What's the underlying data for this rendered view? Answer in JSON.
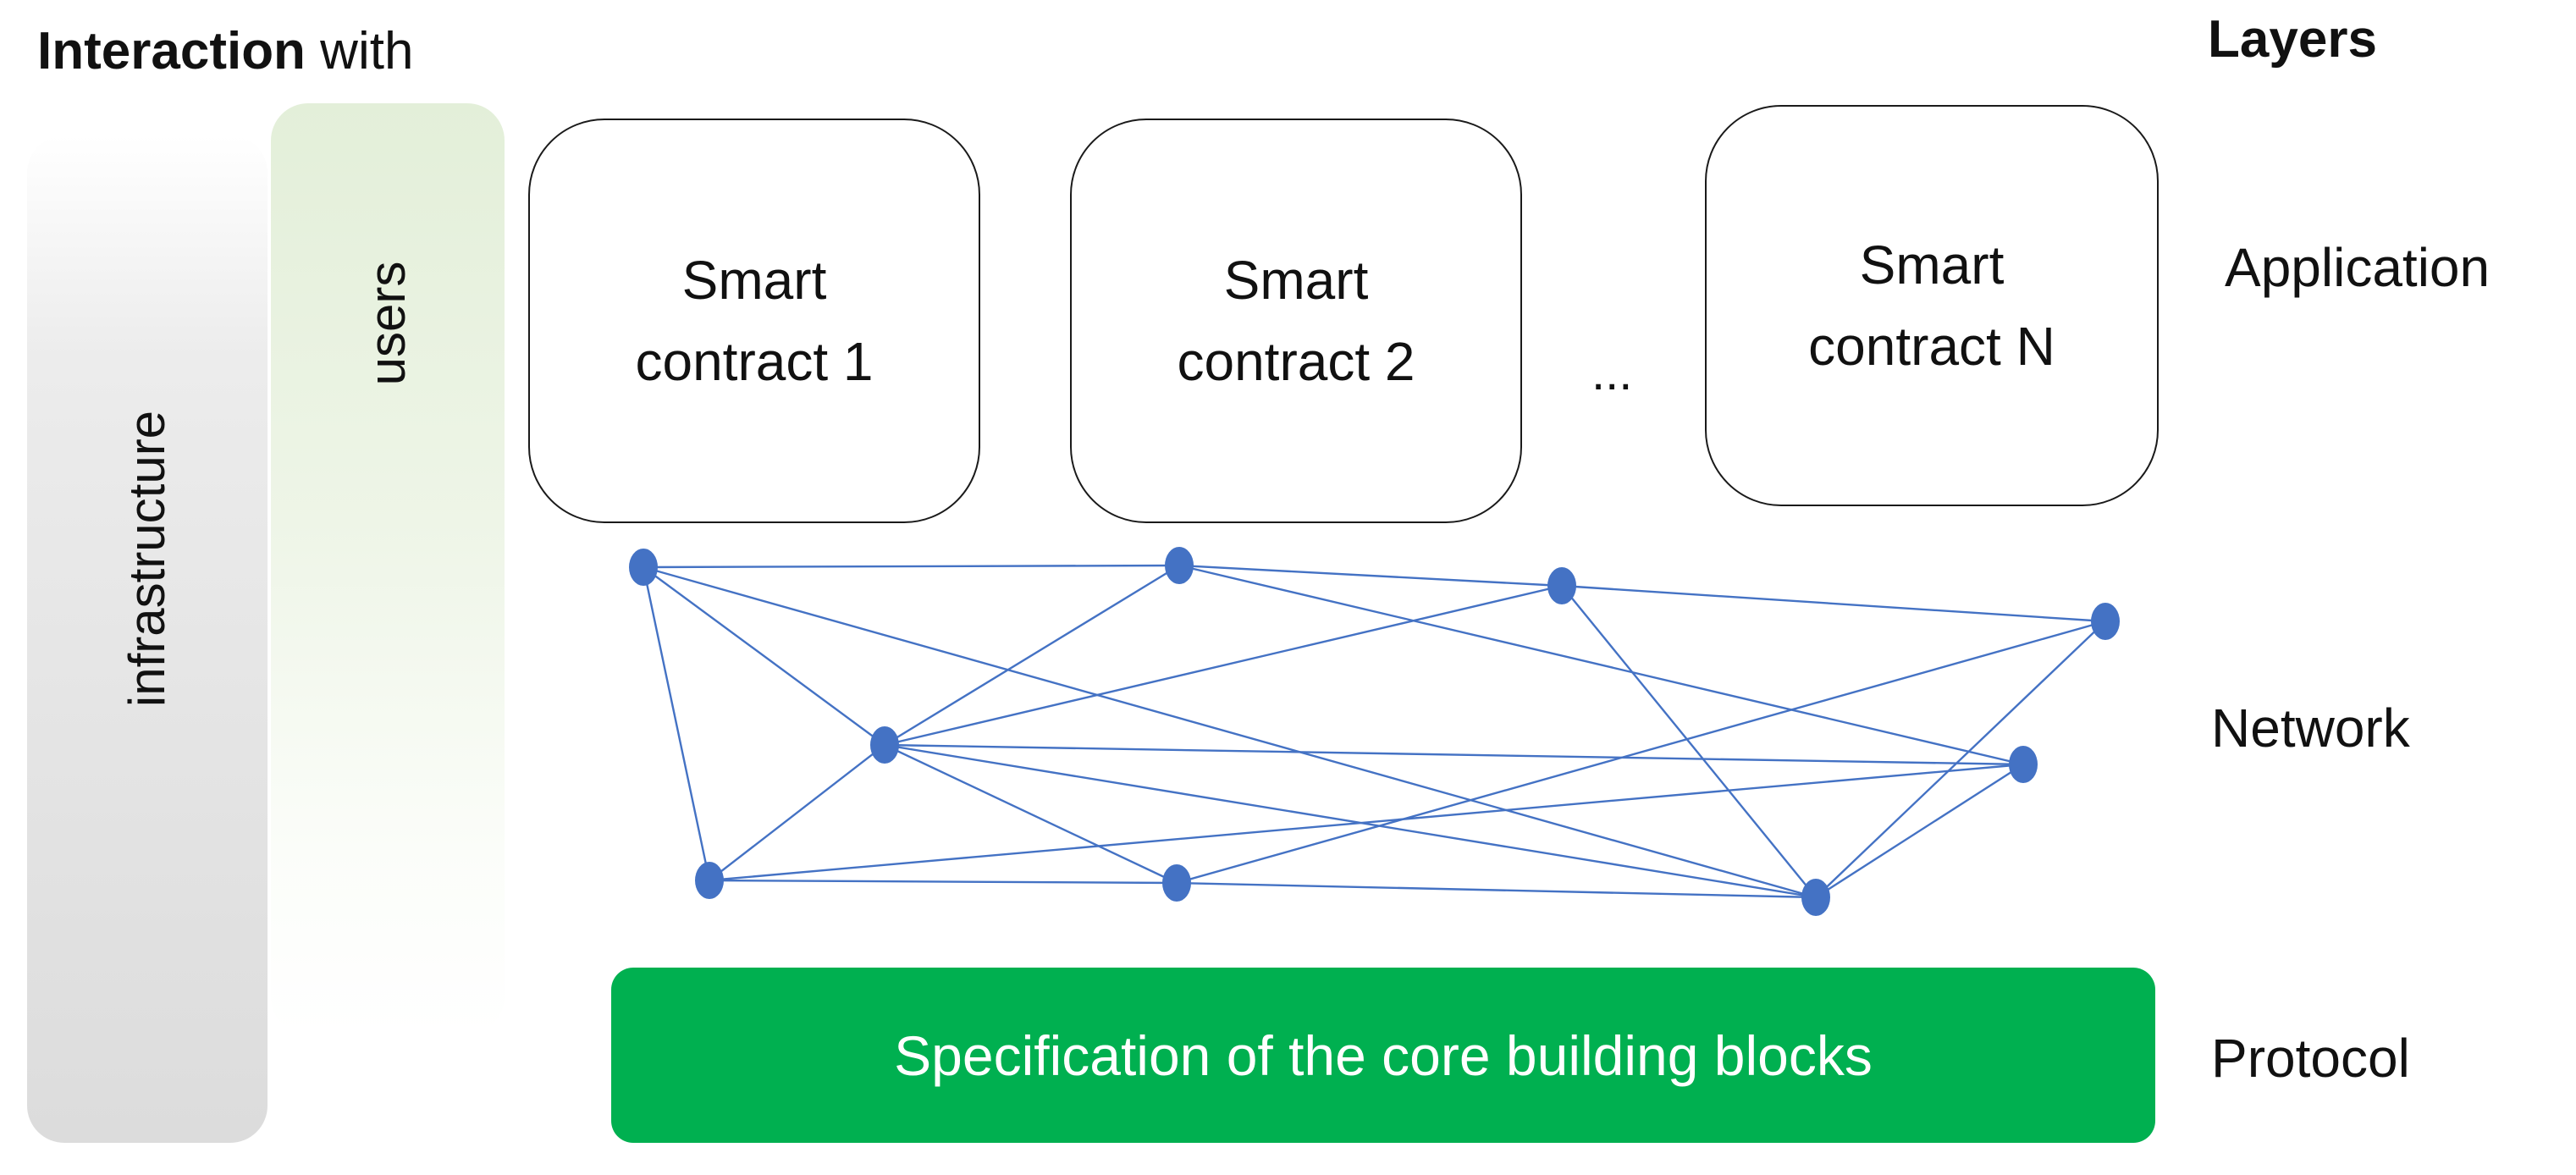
{
  "header": {
    "interaction_bold": "Interaction",
    "interaction_rest": " with",
    "layers": "Layers"
  },
  "side_bars": {
    "infrastructure": "infrastructure",
    "users": "users"
  },
  "contracts": [
    {
      "line1": "Smart",
      "line2": "contract 1"
    },
    {
      "line1": "Smart",
      "line2": "contract 2"
    },
    {
      "line1": "Smart",
      "line2": "contract N"
    }
  ],
  "ellipsis": "...",
  "layers": {
    "application": "Application",
    "network": "Network",
    "protocol": "Protocol"
  },
  "protocol_box": {
    "label": "Specification of the core building blocks"
  },
  "network_graph": {
    "nodes": [
      "n1",
      "n2",
      "n3",
      "n4",
      "n5",
      "n6",
      "n7",
      "n8",
      "n9"
    ],
    "edges": [
      [
        "n1",
        "n2"
      ],
      [
        "n1",
        "n5"
      ],
      [
        "n1",
        "n6"
      ],
      [
        "n1",
        "n9"
      ],
      [
        "n2",
        "n3"
      ],
      [
        "n2",
        "n5"
      ],
      [
        "n2",
        "n8"
      ],
      [
        "n3",
        "n4"
      ],
      [
        "n3",
        "n5"
      ],
      [
        "n3",
        "n9"
      ],
      [
        "n4",
        "n7"
      ],
      [
        "n4",
        "n9"
      ],
      [
        "n5",
        "n6"
      ],
      [
        "n5",
        "n7"
      ],
      [
        "n5",
        "n8"
      ],
      [
        "n5",
        "n9"
      ],
      [
        "n6",
        "n7"
      ],
      [
        "n6",
        "n8"
      ],
      [
        "n7",
        "n9"
      ],
      [
        "n8",
        "n9"
      ]
    ],
    "node_color": "#4472c4",
    "edge_color": "#4472c4"
  },
  "colors": {
    "protocol_green": "#00b050",
    "users_green": "#e3efd9",
    "infra_gray": "#dcdcdc"
  }
}
